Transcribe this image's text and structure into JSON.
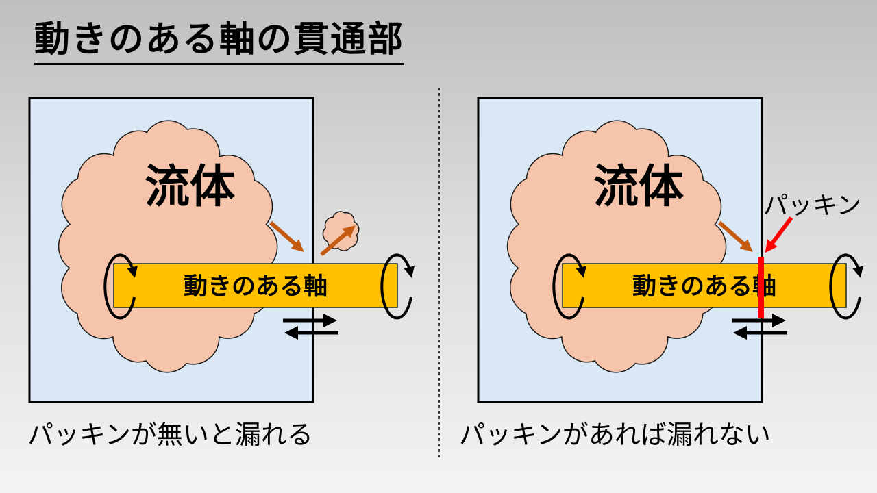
{
  "title": "動きのある軸の貫通部",
  "left_panel": {
    "fluid_label": "流体",
    "shaft_label": "動きのある軸",
    "caption": "パッキンが無いと漏れる"
  },
  "right_panel": {
    "fluid_label": "流体",
    "shaft_label": "動きのある軸",
    "packing_label": "パッキン",
    "caption": "パッキンがあれば漏れない"
  },
  "colors": {
    "box_fill": "#dae8f6",
    "cloud_fill": "#f5c4aa",
    "shaft_fill": "#ffc000",
    "leak_arrow": "#c55a11",
    "packing": "#ff0000"
  }
}
